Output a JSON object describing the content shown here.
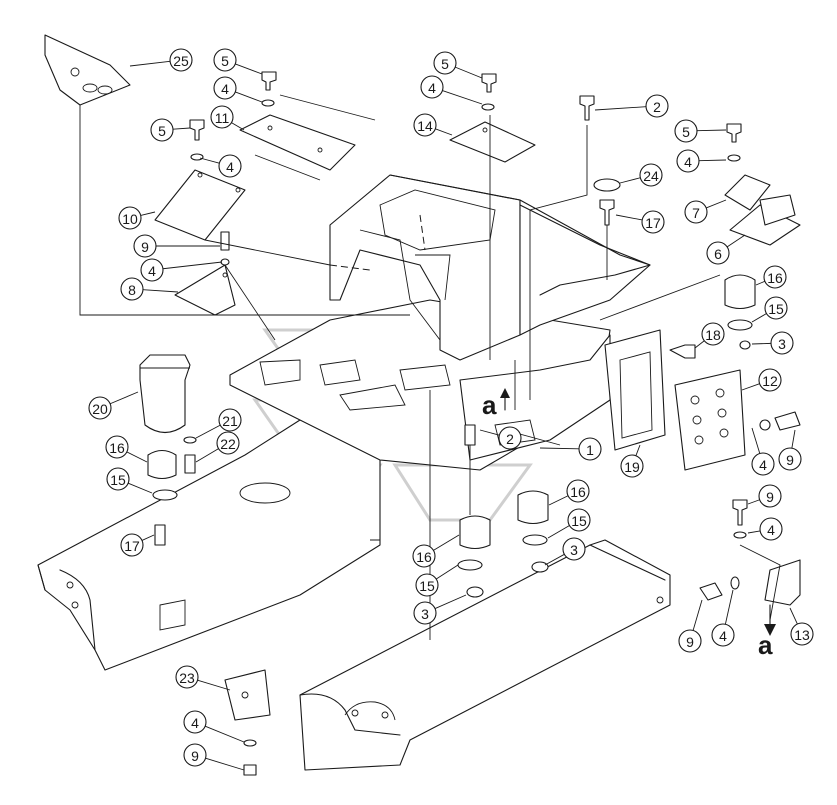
{
  "callouts": [
    {
      "id": "c25",
      "label": "25"
    },
    {
      "id": "c5a",
      "label": "5"
    },
    {
      "id": "c4a",
      "label": "4"
    },
    {
      "id": "c11",
      "label": "11"
    },
    {
      "id": "c5b",
      "label": "5"
    },
    {
      "id": "c4b",
      "label": "4"
    },
    {
      "id": "c10",
      "label": "10"
    },
    {
      "id": "c9a",
      "label": "9"
    },
    {
      "id": "c4c",
      "label": "4"
    },
    {
      "id": "c8",
      "label": "8"
    },
    {
      "id": "c5c",
      "label": "5"
    },
    {
      "id": "c4d",
      "label": "4"
    },
    {
      "id": "c14",
      "label": "14"
    },
    {
      "id": "c2a",
      "label": "2"
    },
    {
      "id": "c24",
      "label": "24"
    },
    {
      "id": "c17a",
      "label": "17"
    },
    {
      "id": "c5d",
      "label": "5"
    },
    {
      "id": "c4e",
      "label": "4"
    },
    {
      "id": "c7",
      "label": "7"
    },
    {
      "id": "c6",
      "label": "6"
    },
    {
      "id": "c16a",
      "label": "16"
    },
    {
      "id": "c15a",
      "label": "15"
    },
    {
      "id": "c3a",
      "label": "3"
    },
    {
      "id": "c18",
      "label": "18"
    },
    {
      "id": "c12",
      "label": "12"
    },
    {
      "id": "c19",
      "label": "19"
    },
    {
      "id": "c4f",
      "label": "4"
    },
    {
      "id": "c9b",
      "label": "9"
    },
    {
      "id": "c1",
      "label": "1"
    },
    {
      "id": "c2b",
      "label": "2"
    },
    {
      "id": "c20",
      "label": "20"
    },
    {
      "id": "c21",
      "label": "21"
    },
    {
      "id": "c22",
      "label": "22"
    },
    {
      "id": "c16b",
      "label": "16"
    },
    {
      "id": "c15b",
      "label": "15"
    },
    {
      "id": "c17b",
      "label": "17"
    },
    {
      "id": "c16c",
      "label": "16"
    },
    {
      "id": "c15c",
      "label": "15"
    },
    {
      "id": "c16d",
      "label": "16"
    },
    {
      "id": "c15d",
      "label": "15"
    },
    {
      "id": "c3b",
      "label": "3"
    },
    {
      "id": "c3c",
      "label": "3"
    },
    {
      "id": "c9c",
      "label": "9"
    },
    {
      "id": "c4g",
      "label": "4"
    },
    {
      "id": "c9d",
      "label": "9"
    },
    {
      "id": "c4h",
      "label": "4"
    },
    {
      "id": "c13",
      "label": "13"
    },
    {
      "id": "c23",
      "label": "23"
    },
    {
      "id": "c4i",
      "label": "4"
    },
    {
      "id": "c9e",
      "label": "9"
    }
  ],
  "view_refs": {
    "center": "a",
    "bracket": "a"
  }
}
